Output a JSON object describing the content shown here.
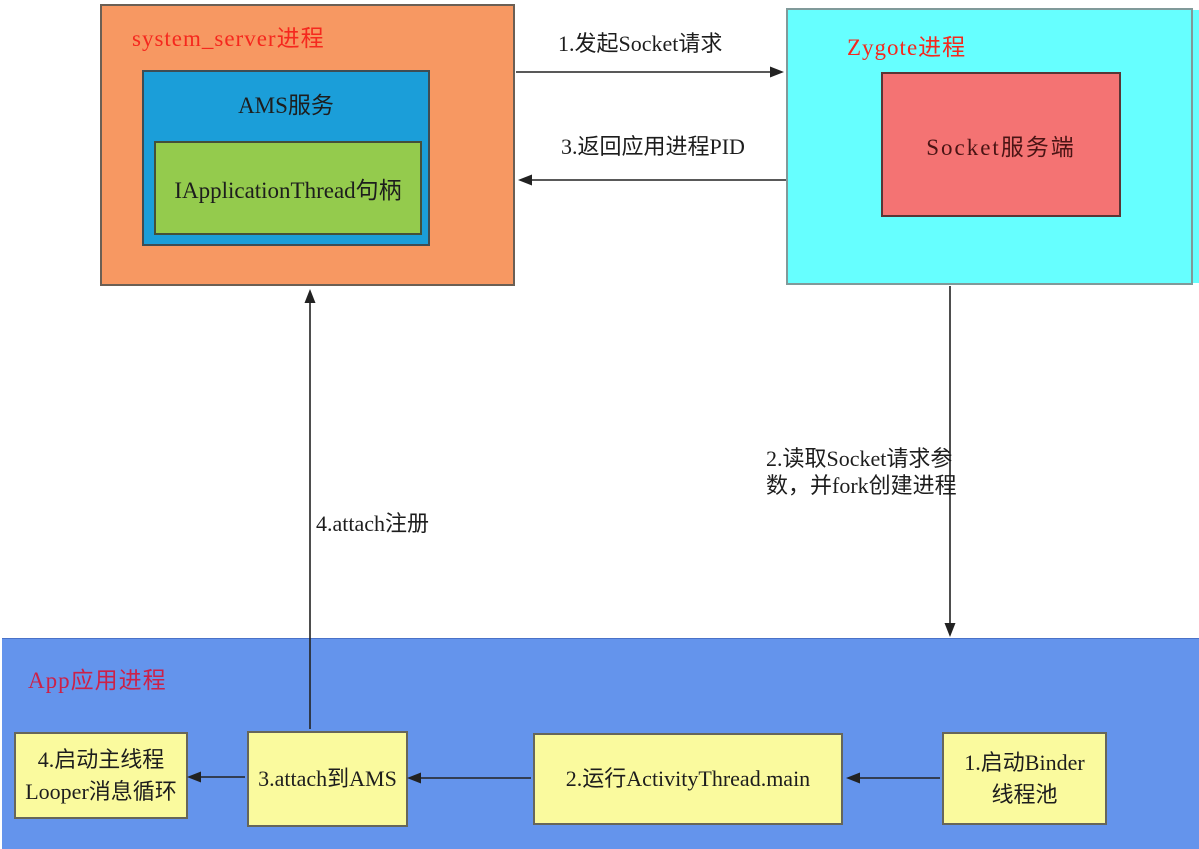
{
  "colors": {
    "canvas_bg": "#ffffff",
    "system_server_fill": "#f79862",
    "system_server_border": "#6b5f54",
    "ams_fill": "#1b9ed9",
    "ams_border": "#3d4d55",
    "green_fill": "#94cb4d",
    "green_border": "#44503a",
    "zygote_fill": "#66ffff",
    "zygote_border": "#809a9a",
    "socket_fill": "#f47373",
    "socket_border": "#5a3535",
    "socket_text": "#4a1414",
    "app_fill": "#6494ec",
    "app_border": "#4a72c8",
    "step_fill": "#fafa9e",
    "step_border": "#66665a",
    "title_red": "#f5281e",
    "app_title_red": "#cc2148",
    "text_black": "#1d1d1d",
    "arrow": "#222222"
  },
  "system_server": {
    "title": "system_server进程",
    "ams_label": "AMS服务",
    "handle_label": "IApplicationThread句柄"
  },
  "zygote": {
    "title": "Zygote进程",
    "socket_label": "Socket服务端"
  },
  "app": {
    "title": "App应用进程",
    "steps": [
      "4.启动主线程\nLooper消息循环",
      "3.attach到AMS",
      "2.运行ActivityThread.main",
      "1.启动Binder\n线程池"
    ]
  },
  "edges": {
    "socket_request": "1.发起Socket请求",
    "return_pid": "3.返回应用进程PID",
    "fork": "2.读取Socket请求参\n数，并fork创建进程",
    "attach": "4.attach注册"
  }
}
